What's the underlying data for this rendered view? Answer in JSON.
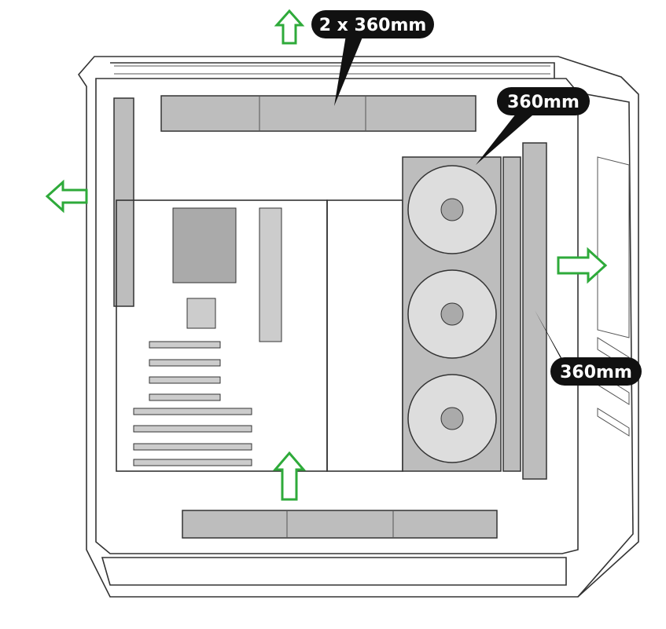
{
  "diagram": {
    "title": "PC case radiator / airflow layout",
    "labels": {
      "top_radiator": "2 x 360mm",
      "front_radiator_upper": "360mm",
      "front_radiator_side": "360mm"
    },
    "colors": {
      "airflow_arrow": "#2eaa3a",
      "label_bg": "#111111",
      "label_text": "#ffffff",
      "fan_fill": "#bdbdbd"
    },
    "airflow_arrows": [
      "top-exhaust-up",
      "rear-exhaust-left",
      "front-intake-right",
      "bottom-intake-up"
    ]
  }
}
